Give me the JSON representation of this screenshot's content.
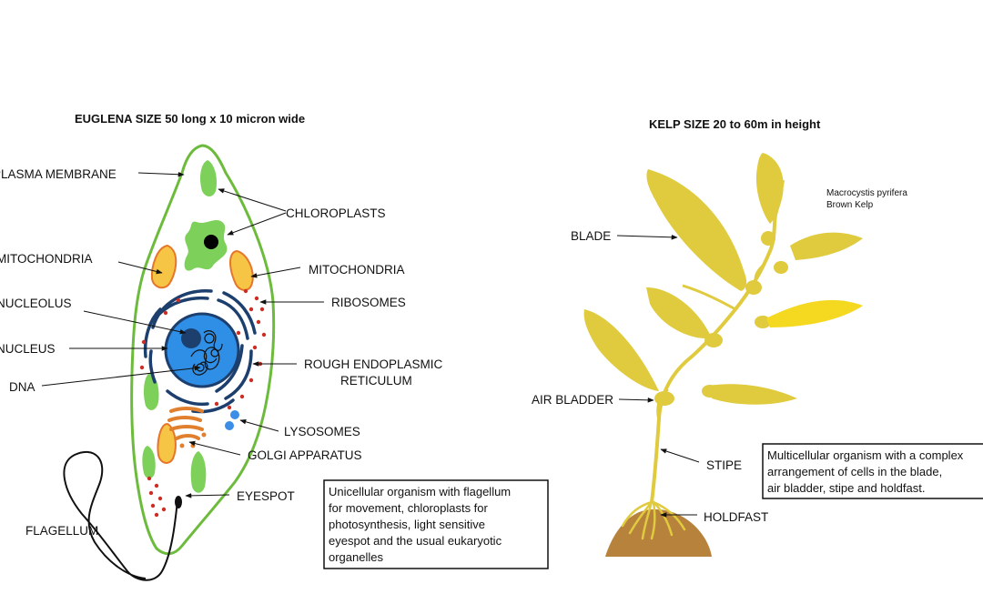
{
  "euglena": {
    "title": "EUGLENA SIZE 50 long x 10 micron wide",
    "labels": {
      "plasma_membrane": "PLASMA MEMBRANE",
      "chloroplasts": "CHLOROPLASTS",
      "mitochondria_left": "MITOCHONDRIA",
      "mitochondria_right": "MITOCHONDRIA",
      "ribosomes": "RIBOSOMES",
      "nucleolus": "NUCLEOLUS",
      "nucleus": "NUCLEUS",
      "rer_line1": "ROUGH ENDOPLASMIC",
      "rer_line2": "RETICULUM",
      "dna": "DNA",
      "lysosomes": "LYSOSOMES",
      "golgi": "GOLGI APPARATUS",
      "eyespot": "EYESPOT",
      "flagellum": "FLAGELLUM"
    },
    "description": [
      "Unicellular organism with flagellum",
      "for movement, chloroplasts for",
      "photosynthesis, light sensitive",
      "eyespot  and the usual eukaryotic",
      "organelles"
    ]
  },
  "kelp": {
    "title": "KELP SIZE 20 to 60m in height",
    "species_line1": "Macrocystis pyrifera",
    "species_line2": "Brown Kelp",
    "labels": {
      "blade": "BLADE",
      "air_bladder": "AIR BLADDER",
      "stipe": "STIPE",
      "holdfast": "HOLDFAST"
    },
    "description": [
      "Multicellular organism with a complex",
      "arrangement of cells in the blade,",
      "air bladder, stipe and holdfast."
    ]
  },
  "colors": {
    "membrane": "#6dbb3c",
    "chloroplast": "#7dd15a",
    "mitochondria_fill": "#f7c545",
    "mitochondria_edge": "#e5762a",
    "nucleus": "#2f8ee6",
    "rer": "#1d3f6e",
    "ribosome": "#cc2e24",
    "golgi": "#e0802e",
    "lysosome": "#3b8ee8",
    "kelp": "#e0ca3e",
    "kelp_bright": "#f5d820",
    "soil": "#b7823c"
  }
}
